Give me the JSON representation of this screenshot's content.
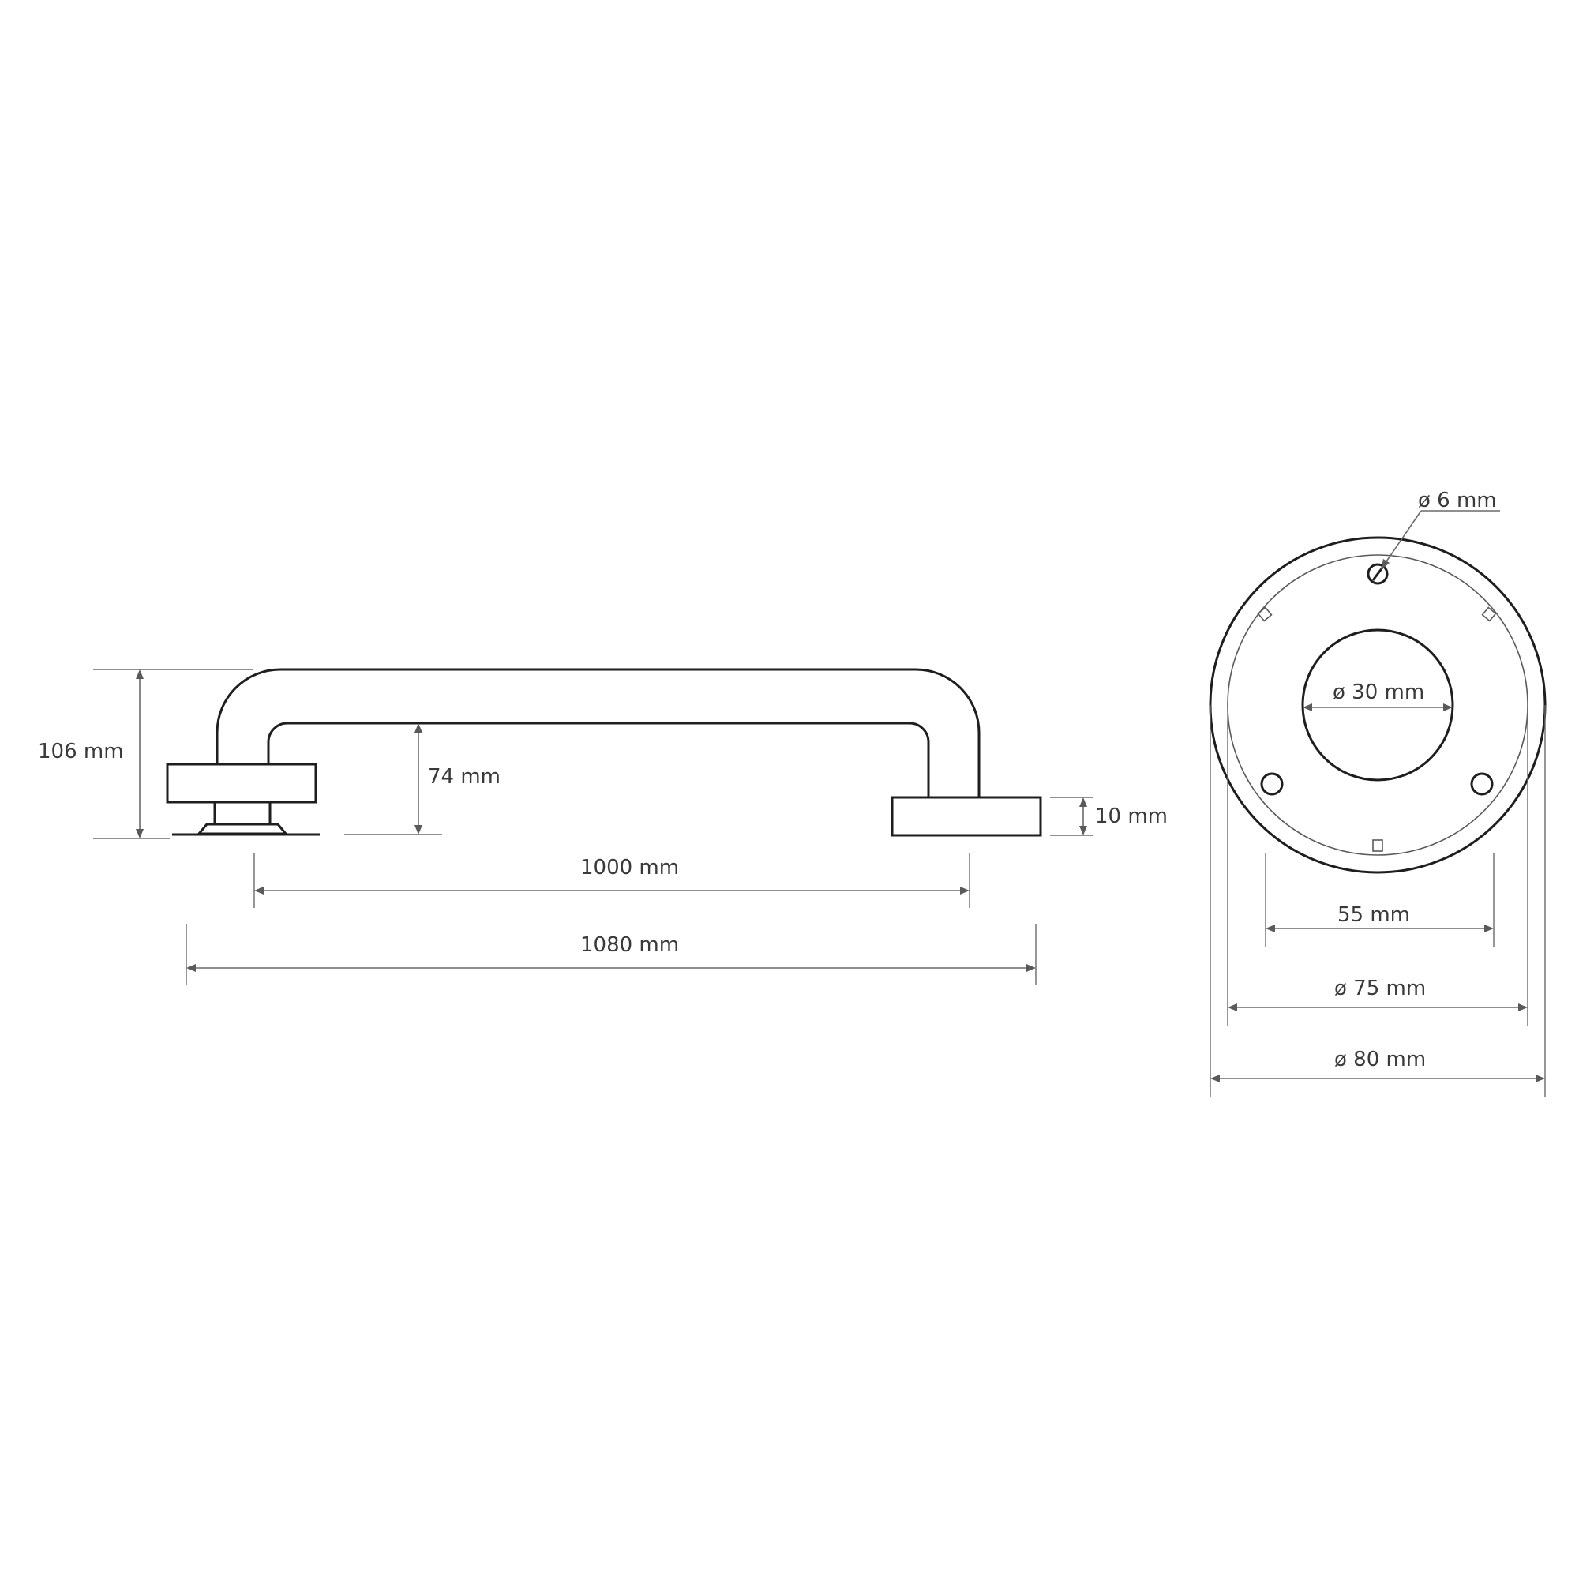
{
  "dimensions": {
    "overall_height": "106 mm",
    "inner_clearance": "74 mm",
    "flange_thickness": "10 mm",
    "center_distance": "1000 mm",
    "overall_length": "1080 mm",
    "screw_hole_diameter": "ø 6 mm",
    "tube_diameter": "ø 30 mm",
    "hole_spacing": "55 mm",
    "cover_diameter": "ø 75 mm",
    "flange_diameter": "ø 80 mm"
  },
  "colors": {
    "outline": "#1e1e1e",
    "dimension": "#6a6a6a",
    "text": "#3a3a3a"
  }
}
